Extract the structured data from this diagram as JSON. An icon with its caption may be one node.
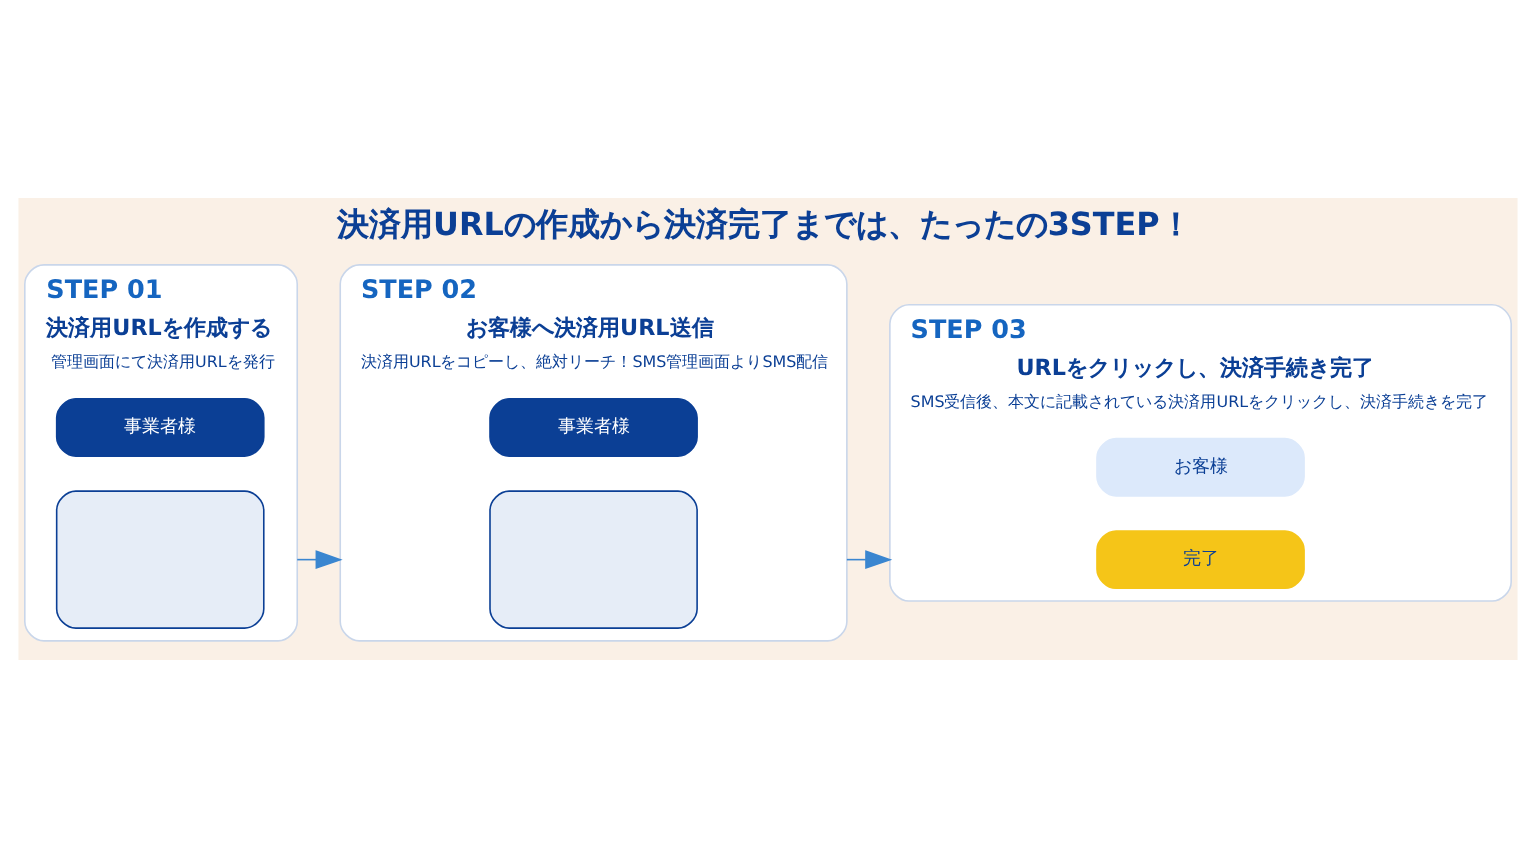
{
  "diagram": {
    "title": "決済用URLの作成から決済完了までは、たったの3STEP！",
    "nodes": [
      {
        "text": [
          "STEP 01",
          "決済用URLを作成する",
          "管理画面にて決済用URLを発行"
        ]
      },
      {
        "text": [
          "事業者様"
        ],
        "in": 0
      },
      {
        "text": [],
        "shape": "box",
        "in": 0
      },
      {
        "text": [
          "STEP 02",
          "お客様へ決済用URL送信",
          "決済用URLをコピーし、絶対リーチ！SMS管理画面よりSMS配信"
        ]
      },
      {
        "text": [
          "事業者様"
        ],
        "in": 3
      },
      {
        "text": [],
        "shape": "box",
        "in": 3
      },
      {
        "text": [
          "STEP 03",
          "URLをクリックし、決済手続き完了",
          "SMS受信後、本文に記載されている決済用URLをクリックし、決済手続きを完了"
        ]
      },
      {
        "text": [
          "お客様"
        ],
        "in": 6
      },
      {
        "text": [
          "完了"
        ],
        "in": 6
      }
    ],
    "edges": [
      {
        "from": 0,
        "to": 3,
        "arrow": "to"
      },
      {
        "from": 3,
        "to": 6,
        "arrow": "to"
      }
    ]
  }
}
